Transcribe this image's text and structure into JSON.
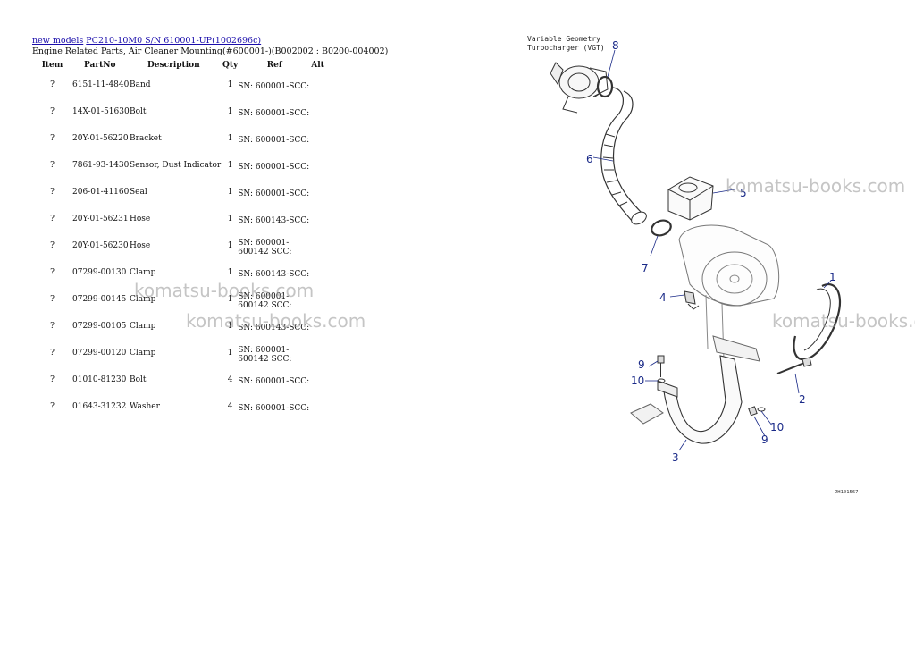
{
  "breadcrumb": {
    "link1": "new models",
    "link2": "PC210-10M0 S/N 610001-UP(1002696c)"
  },
  "subtitle": "Engine Related Parts, Air Cleaner Mounting(#600001-)(B002002 : B0200-004002)",
  "columns": {
    "item": "Item",
    "partno": "PartNo",
    "description": "Description",
    "qty": "Qty",
    "ref": "Ref",
    "alt": "Alt"
  },
  "rows": [
    {
      "item": "?",
      "partno": "6151-11-4840",
      "description": "Band",
      "qty": "1",
      "ref": "SN: 600001-SCC:"
    },
    {
      "item": "?",
      "partno": "14X-01-51630",
      "description": "Bolt",
      "qty": "1",
      "ref": "SN: 600001-SCC:"
    },
    {
      "item": "?",
      "partno": "20Y-01-56220",
      "description": "Bracket",
      "qty": "1",
      "ref": "SN: 600001-SCC:"
    },
    {
      "item": "?",
      "partno": "7861-93-1430",
      "description": "Sensor, Dust Indicator",
      "qty": "1",
      "ref": "SN: 600001-SCC:"
    },
    {
      "item": "?",
      "partno": "206-01-41160",
      "description": "Seal",
      "qty": "1",
      "ref": "SN: 600001-SCC:"
    },
    {
      "item": "?",
      "partno": "20Y-01-56231",
      "description": "Hose",
      "qty": "1",
      "ref": "SN: 600143-SCC:"
    },
    {
      "item": "?",
      "partno": "20Y-01-56230",
      "description": "Hose",
      "qty": "1",
      "ref": "SN: 600001-600142 SCC:"
    },
    {
      "item": "?",
      "partno": "07299-00130",
      "description": "Clamp",
      "qty": "1",
      "ref": "SN: 600143-SCC:"
    },
    {
      "item": "?",
      "partno": "07299-00145",
      "description": "Clamp",
      "qty": "1",
      "ref": "SN: 600001-600142 SCC:"
    },
    {
      "item": "?",
      "partno": "07299-00105",
      "description": "Clamp",
      "qty": "1",
      "ref": "SN: 600143-SCC:"
    },
    {
      "item": "?",
      "partno": "07299-00120",
      "description": "Clamp",
      "qty": "1",
      "ref": "SN: 600001-600142 SCC:"
    },
    {
      "item": "?",
      "partno": "01010-81230",
      "description": "Bolt",
      "qty": "4",
      "ref": "SN: 600001-SCC:"
    },
    {
      "item": "?",
      "partno": "01643-31232",
      "description": "Washer",
      "qty": "4",
      "ref": "SN: 600001-SCC:"
    }
  ],
  "watermark": "komatsu-books.com",
  "diagram": {
    "caption_line1": "Variable Geometry",
    "caption_line2": "Turbocharger (VGT)",
    "drawing_code": "JH101567",
    "callouts": [
      "1",
      "2",
      "3",
      "4",
      "5",
      "6",
      "7",
      "8",
      "9",
      "10",
      "9",
      "10"
    ]
  }
}
